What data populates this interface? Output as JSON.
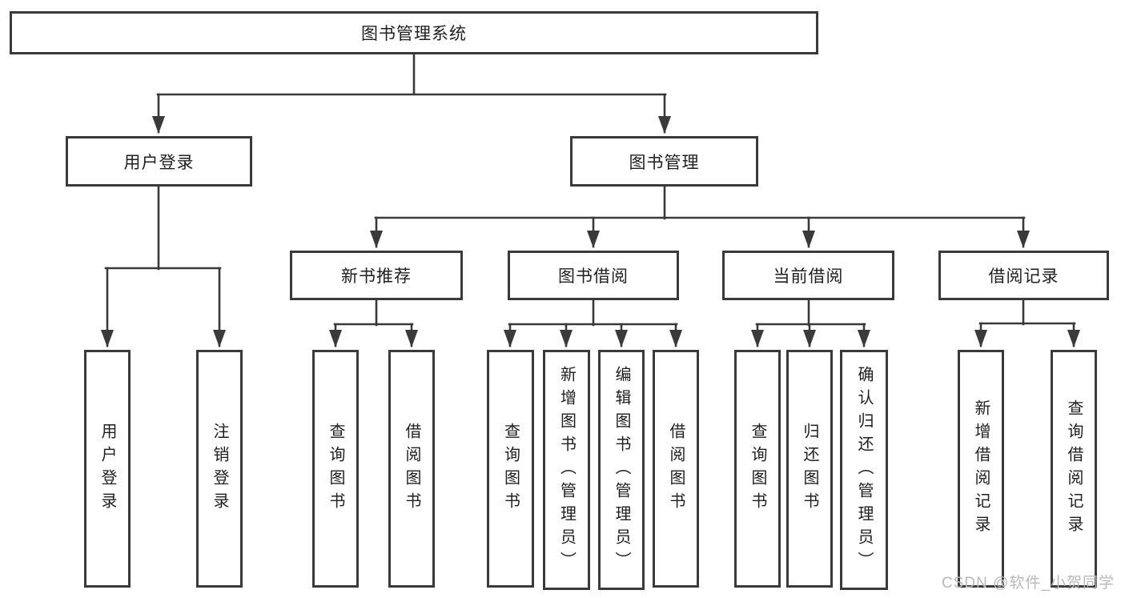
{
  "diagram_title": "图书管理系统",
  "tree": {
    "label": "图书管理系统",
    "children": [
      {
        "label": "用户登录",
        "children": [
          {
            "label": "用户登录"
          },
          {
            "label": "注销登录"
          }
        ]
      },
      {
        "label": "图书管理",
        "children": [
          {
            "label": "新书推荐",
            "children": [
              {
                "label": "查询图书"
              },
              {
                "label": "借阅图书"
              }
            ]
          },
          {
            "label": "图书借阅",
            "children": [
              {
                "label": "查询图书"
              },
              {
                "label": "新增图书（管理员）"
              },
              {
                "label": "编辑图书（管理员）"
              },
              {
                "label": "借阅图书"
              }
            ]
          },
          {
            "label": "当前借阅",
            "children": [
              {
                "label": "查询图书"
              },
              {
                "label": "归还图书"
              },
              {
                "label": "确认归还（管理员）"
              }
            ]
          },
          {
            "label": "借阅记录",
            "children": [
              {
                "label": "新增借阅记录"
              },
              {
                "label": "查询借阅记录"
              }
            ]
          }
        ]
      }
    ]
  },
  "watermark": "CSDN @软件_小贺同学",
  "colors": {
    "line": "#3a3a3a",
    "text": "#1f1f1f",
    "watermark": "#b9b9b9",
    "background": "#ffffff"
  }
}
